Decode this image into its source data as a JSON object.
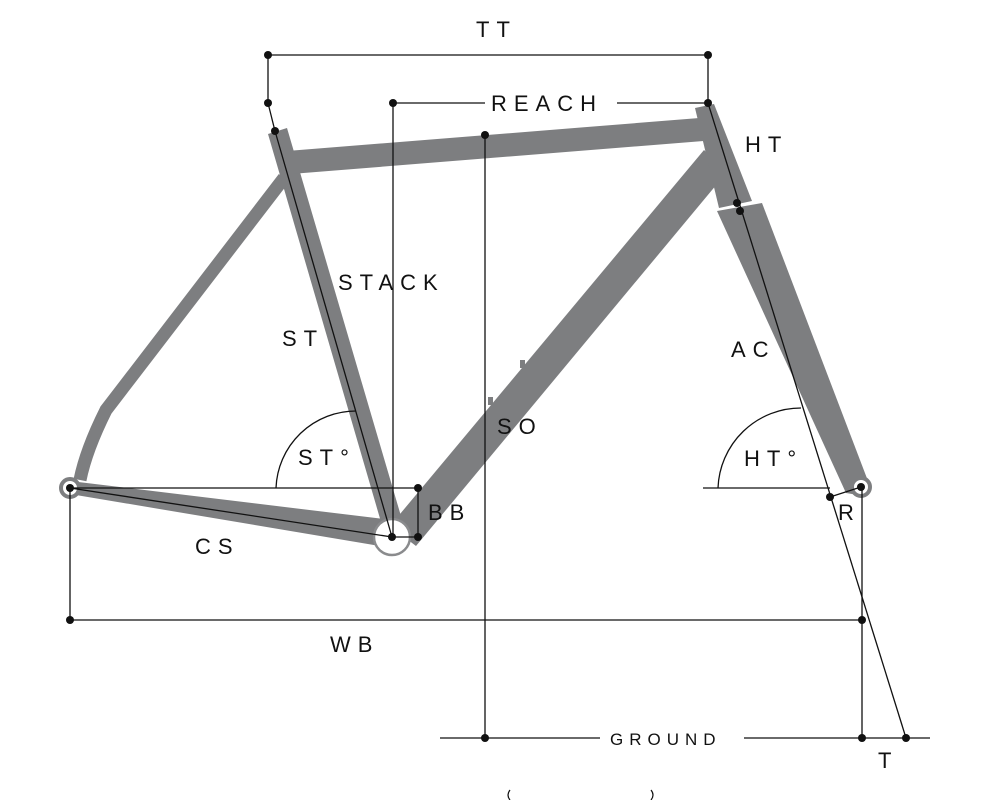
{
  "labels": {
    "tt": "TT",
    "reach": "REACH",
    "ht": "HT",
    "stack": "STACK",
    "st": "ST",
    "ac": "AC",
    "so": "SO",
    "st_angle": "ST°",
    "ht_angle": "HT°",
    "bb": "BB",
    "cs": "CS",
    "r": "R",
    "wb": "WB",
    "ground": "GROUND",
    "t": "T"
  },
  "colors": {
    "frame": "#7d7e80",
    "lines": "#111111",
    "background": "#ffffff"
  }
}
